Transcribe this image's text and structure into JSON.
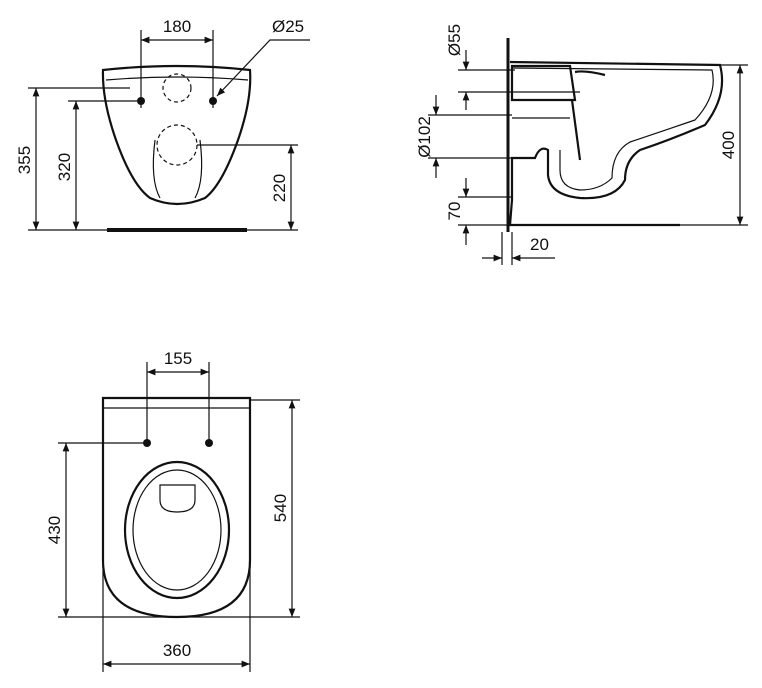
{
  "front_view": {
    "hole_spacing": "180",
    "hole_diameter": "Ø25",
    "total_height": "355",
    "hole_height": "320",
    "outlet_height": "220"
  },
  "side_view": {
    "inlet_diameter": "Ø55",
    "outlet_diameter": "Ø102",
    "rim_height": "400",
    "bottom_offset": "70",
    "wall_gap": "20"
  },
  "top_view": {
    "hole_spacing": "155",
    "hole_to_front": "430",
    "projection": "540",
    "width": "360"
  }
}
